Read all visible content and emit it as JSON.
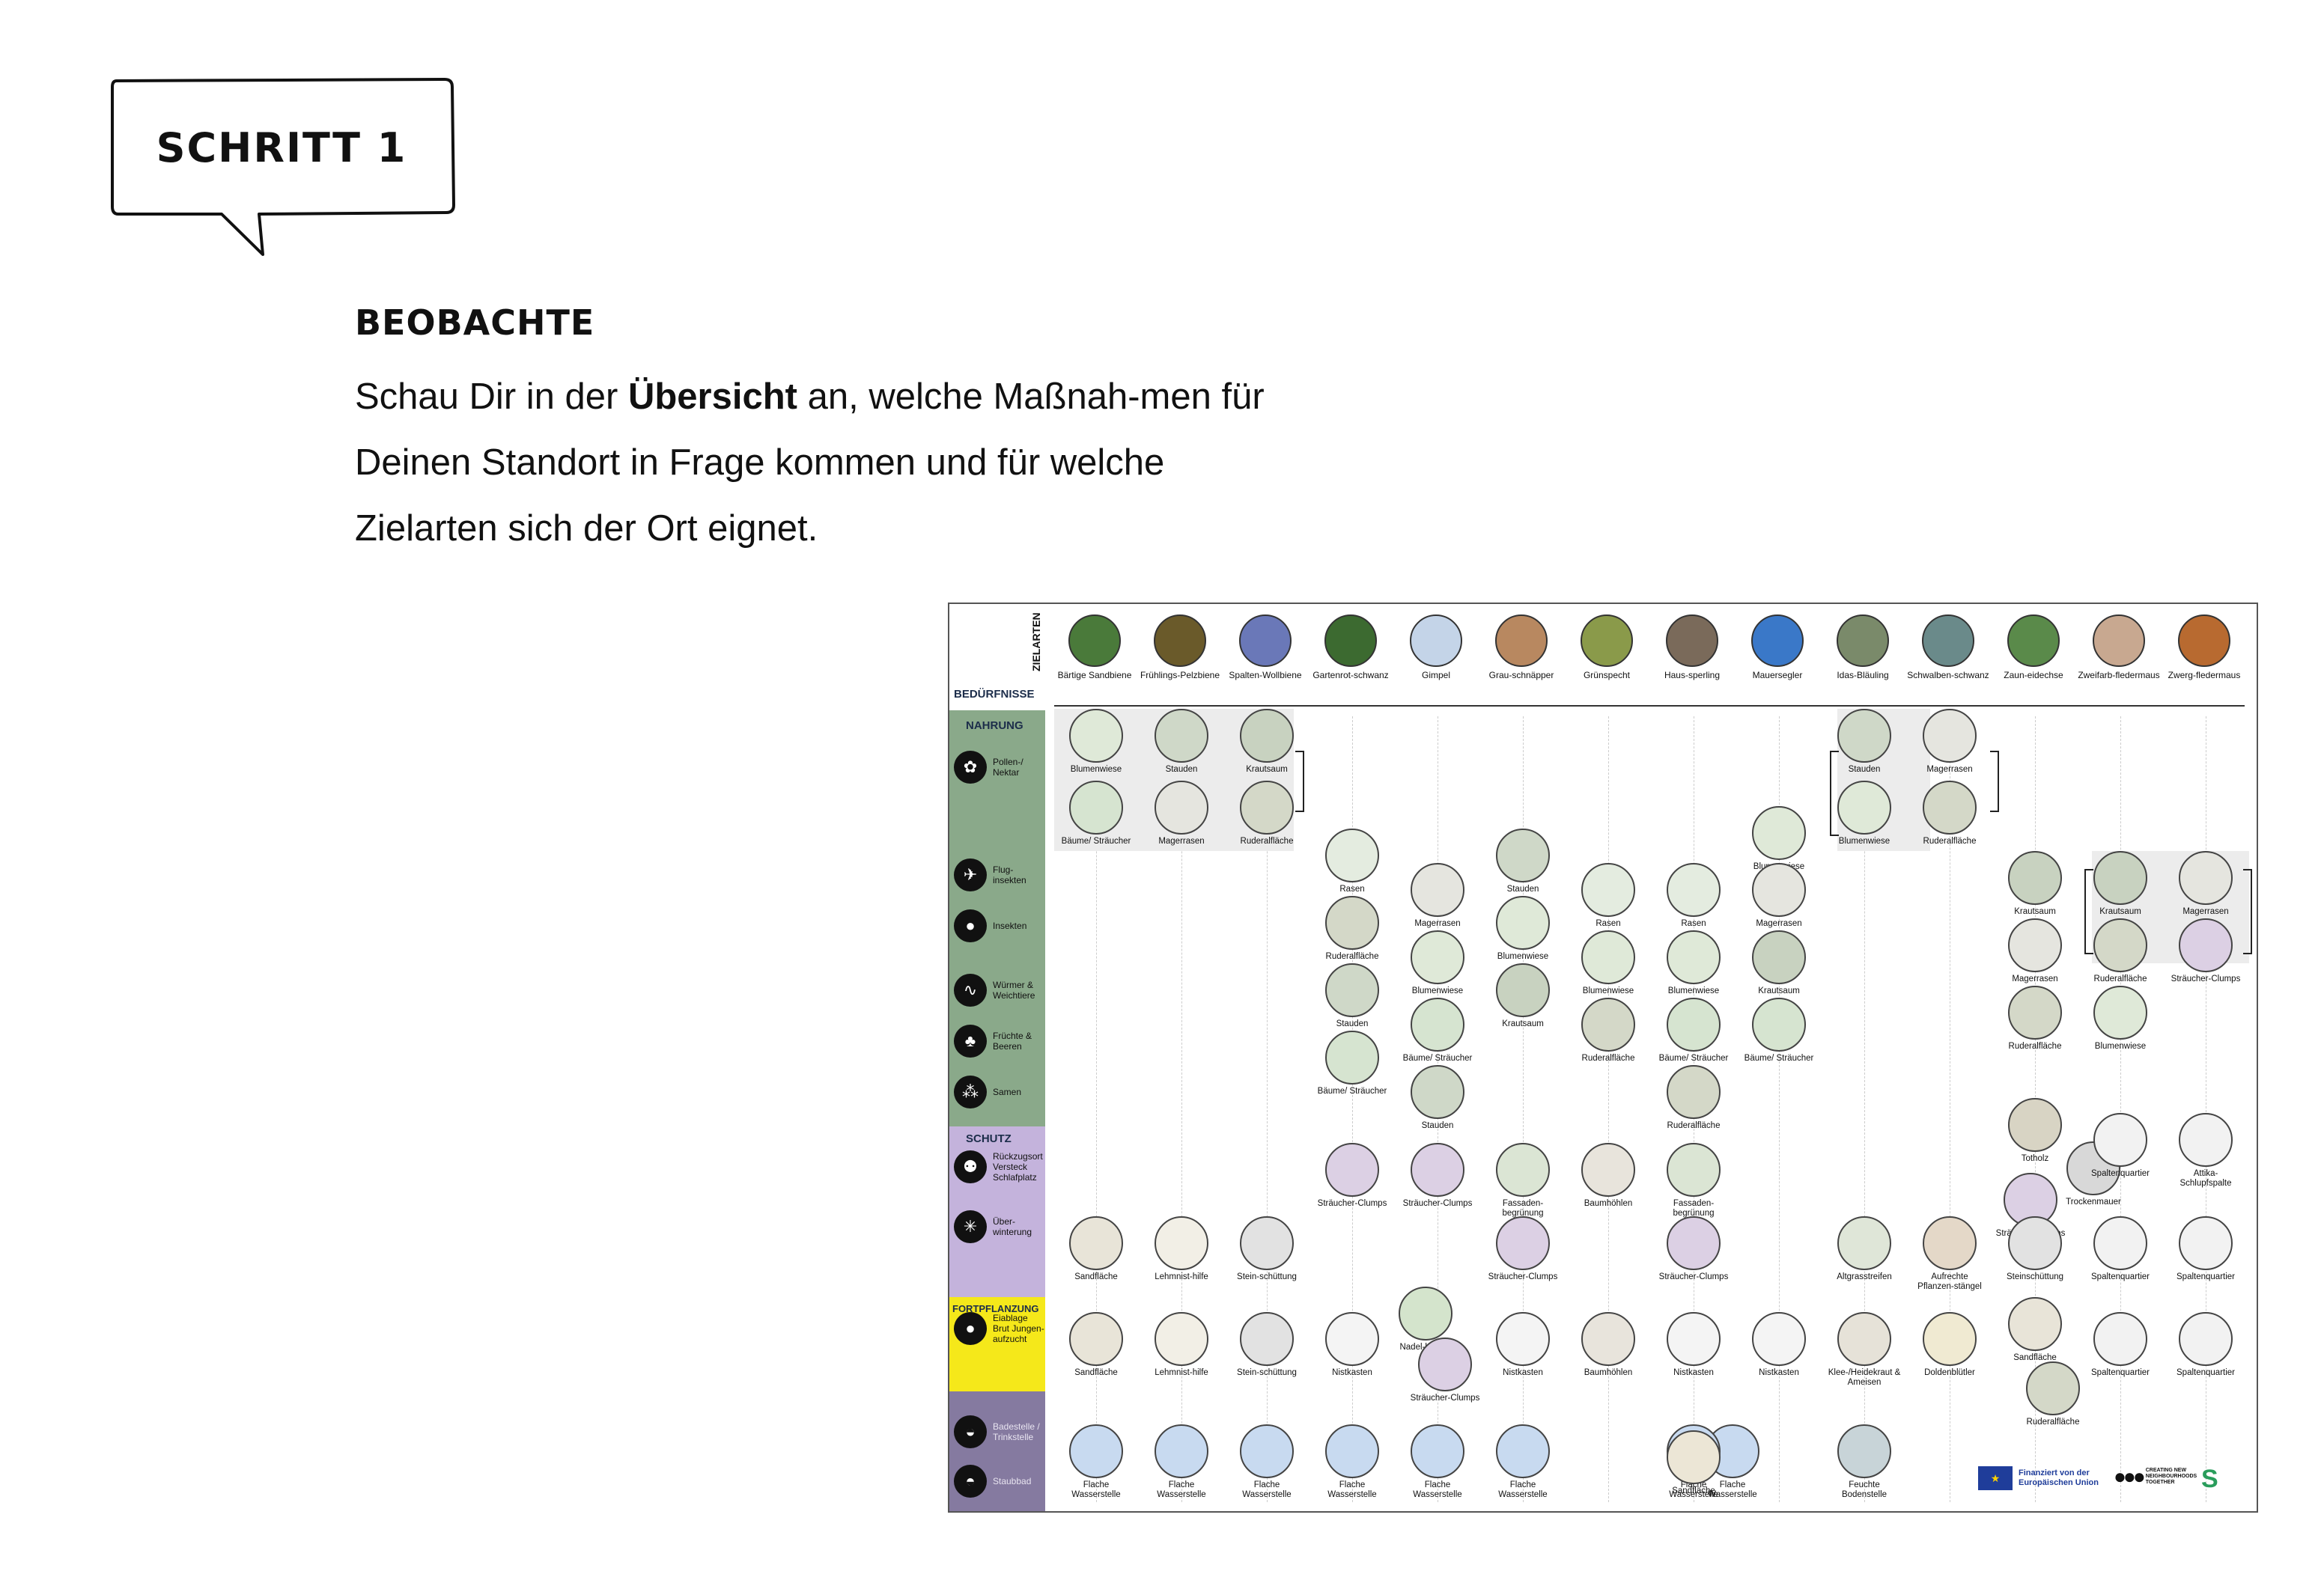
{
  "step": {
    "label": "SCHRITT 1"
  },
  "section": {
    "title": "BEOBACHTE",
    "text_before": "Schau Dir in der ",
    "text_bold": "Übersicht",
    "text_after": " an, welche Maßnah-men für Deinen Standort in Frage kommen und für welche Zielarten sich der Ort eignet."
  },
  "overview": {
    "axis_label_top": "ZIELARTEN",
    "axis_label_left": "BEDÜRFNISSE",
    "colors": {
      "nahrung": "#8aa98a",
      "schutz": "#c4b3dc",
      "fortpflanzung": "#f5e81a",
      "wasser": "#857aa0"
    },
    "species": [
      {
        "name": "Bärtige Sandbiene",
        "color": "#4a7a3a"
      },
      {
        "name": "Frühlings-Pelzbiene",
        "color": "#6a5a2a"
      },
      {
        "name": "Spalten-Wollbiene",
        "color": "#6a78b8"
      },
      {
        "name": "Gartenrot-schwanz",
        "color": "#3c6a30"
      },
      {
        "name": "Gimpel",
        "color": "#c4d4e8"
      },
      {
        "name": "Grau-schnäpper",
        "color": "#b88860"
      },
      {
        "name": "Grünspecht",
        "color": "#8a9a4a"
      },
      {
        "name": "Haus-sperling",
        "color": "#7a6a5a"
      },
      {
        "name": "Mauersegler",
        "color": "#3a78c8"
      },
      {
        "name": "Idas-Bläuling",
        "color": "#7a8a6a"
      },
      {
        "name": "Schwalben-schwanz",
        "color": "#6a8a8a"
      },
      {
        "name": "Zaun-eidechse",
        "color": "#5a8a4a"
      },
      {
        "name": "Zweifarb-fledermaus",
        "color": "#c8a890"
      },
      {
        "name": "Zwerg-fledermaus",
        "color": "#b86a30"
      }
    ],
    "bands": {
      "nahrung": "NAHRUNG",
      "schutz": "SCHUTZ",
      "fortpflanzung": "FORTPFLANZUNG"
    },
    "needs": [
      {
        "label": "Pollen-/ Nektar",
        "icon": "✿",
        "band": "nahrung"
      },
      {
        "label": "Flug-insekten",
        "icon": "✈",
        "band": "nahrung"
      },
      {
        "label": "Insekten",
        "icon": "●",
        "band": "nahrung"
      },
      {
        "label": "Würmer & Weichtiere",
        "icon": "∿",
        "band": "nahrung"
      },
      {
        "label": "Früchte & Beeren",
        "icon": "♣",
        "band": "nahrung"
      },
      {
        "label": "Samen",
        "icon": "⁂",
        "band": "nahrung"
      },
      {
        "label": "Rückzugsort Versteck Schlafplatz",
        "icon": "⚉",
        "band": "schutz"
      },
      {
        "label": "Über-winterung",
        "icon": "✳",
        "band": "schutz"
      },
      {
        "label": "Eiablage Brut Jungen-aufzucht",
        "icon": "●",
        "band": "fortpflanzung"
      },
      {
        "label": "Badestelle / Trinkstelle",
        "icon": "◒",
        "band": "wasser"
      },
      {
        "label": "Staubbad",
        "icon": "◓",
        "band": "wasser"
      }
    ],
    "measures": [
      {
        "label": "Blumenwiese",
        "color": "#dfe9d8"
      },
      {
        "label": "Stauden",
        "color": "#cfd8c8"
      },
      {
        "label": "Krautsaum",
        "color": "#c8d2c0"
      },
      {
        "label": "Bäume/ Sträucher",
        "color": "#d6e4d0"
      },
      {
        "label": "Magerrasen",
        "color": "#e5e5df"
      },
      {
        "label": "Ruderalfläche",
        "color": "#d4d8c8"
      },
      {
        "label": "Rasen",
        "color": "#e4ece0"
      },
      {
        "label": "Ruderalfläche",
        "color": "#d4d8c8"
      },
      {
        "label": "Stauden",
        "color": "#cfd8c8"
      },
      {
        "label": "Bäume/ Sträucher",
        "color": "#d6e4d0"
      },
      {
        "label": "Magerrasen",
        "color": "#e5e5df"
      },
      {
        "label": "Blumenwiese",
        "color": "#dfe9d8"
      },
      {
        "label": "Bäume/ Sträucher",
        "color": "#d6e4d0"
      },
      {
        "label": "Stauden",
        "color": "#cfd8c8"
      },
      {
        "label": "Stauden",
        "color": "#cfd8c8"
      },
      {
        "label": "Blumenwiese",
        "color": "#dfe9d8"
      },
      {
        "label": "Krautsaum",
        "color": "#c8d2c0"
      },
      {
        "label": "Rasen",
        "color": "#e4ece0"
      },
      {
        "label": "Blumenwiese",
        "color": "#dfe9d8"
      },
      {
        "label": "Ruderalfläche",
        "color": "#d4d8c8"
      },
      {
        "label": "Rasen",
        "color": "#e4ece0"
      },
      {
        "label": "Blumenwiese",
        "color": "#dfe9d8"
      },
      {
        "label": "Bäume/ Sträucher",
        "color": "#d6e4d0"
      },
      {
        "label": "Ruderalfläche",
        "color": "#d4d8c8"
      },
      {
        "label": "Blumenwiese",
        "color": "#dfe9d8"
      },
      {
        "label": "Magerrasen",
        "color": "#e5e5df"
      },
      {
        "label": "Krautsaum",
        "color": "#c8d2c0"
      },
      {
        "label": "Bäume/ Sträucher",
        "color": "#d6e4d0"
      },
      {
        "label": "Stauden",
        "color": "#cfd8c8"
      },
      {
        "label": "Blumenwiese",
        "color": "#dfe9d8"
      },
      {
        "label": "Magerrasen",
        "color": "#e5e5df"
      },
      {
        "label": "Ruderalfläche",
        "color": "#d4d8c8"
      },
      {
        "label": "Krautsaum",
        "color": "#c8d2c0"
      },
      {
        "label": "Magerrasen",
        "color": "#e5e5df"
      },
      {
        "label": "Ruderalfläche",
        "color": "#d4d8c8"
      },
      {
        "label": "Krautsaum",
        "color": "#c8d2c0"
      },
      {
        "label": "Ruderalfläche",
        "color": "#d4d8c8"
      },
      {
        "label": "Blumenwiese",
        "color": "#dfe9d8"
      },
      {
        "label": "Magerrasen",
        "color": "#e5e5df"
      },
      {
        "label": "Sträucher-Clumps",
        "color": "#dcd0e4"
      },
      {
        "label": "Sträucher-Clumps",
        "color": "#dcd0e4"
      },
      {
        "label": "Sträucher-Clumps",
        "color": "#dcd0e4"
      },
      {
        "label": "Fassaden-begrünung",
        "color": "#dbe5d4"
      },
      {
        "label": "Baumhöhlen",
        "color": "#e8e4dc"
      },
      {
        "label": "Fassaden-begrünung",
        "color": "#dbe5d4"
      },
      {
        "label": "Totholz",
        "color": "#d8d4c4"
      },
      {
        "label": "Trockenmauer",
        "color": "#d8d8d8"
      },
      {
        "label": "Sträucher-Clumps",
        "color": "#dcd0e4"
      },
      {
        "label": "Spaltenquartier",
        "color": "#f2f2f2"
      },
      {
        "label": "Attika-Schlupfspalte",
        "color": "#f2f2f2"
      },
      {
        "label": "Sandfläche",
        "color": "#e8e4d8"
      },
      {
        "label": "Lehmnist-hilfe",
        "color": "#f2efe6"
      },
      {
        "label": "Stein-schüttung",
        "color": "#e2e2e2"
      },
      {
        "label": "Sträucher-Clumps",
        "color": "#dcd0e4"
      },
      {
        "label": "Sträucher-Clumps",
        "color": "#dcd0e4"
      },
      {
        "label": "Altgrasstreifen",
        "color": "#dfe6d8"
      },
      {
        "label": "Aufrechte Pflanzen-stängel",
        "color": "#e4d8c8"
      },
      {
        "label": "Steinschüttung",
        "color": "#e2e2e2"
      },
      {
        "label": "Spaltenquartier",
        "color": "#f2f2f2"
      },
      {
        "label": "Spaltenquartier",
        "color": "#f2f2f2"
      },
      {
        "label": "Sandfläche",
        "color": "#e8e4d8"
      },
      {
        "label": "Lehmnist-hilfe",
        "color": "#f2efe6"
      },
      {
        "label": "Stein-schüttung",
        "color": "#e2e2e2"
      },
      {
        "label": "Nistkasten",
        "color": "#f4f4f4"
      },
      {
        "label": "Nadel-bäume",
        "color": "#d4e4cc"
      },
      {
        "label": "Sträucher-Clumps",
        "color": "#dcd0e4"
      },
      {
        "label": "Nistkasten",
        "color": "#f4f4f4"
      },
      {
        "label": "Baumhöhlen",
        "color": "#e8e4dc"
      },
      {
        "label": "Nistkasten",
        "color": "#f4f4f4"
      },
      {
        "label": "Nistkasten",
        "color": "#f4f4f4"
      },
      {
        "label": "Klee-/Heidekraut & Ameisen",
        "color": "#e6e2d8"
      },
      {
        "label": "Doldenblütler",
        "color": "#f0ead2"
      },
      {
        "label": "Sandfläche",
        "color": "#e8e4d8"
      },
      {
        "label": "Ruderalfläche",
        "color": "#d4d8c8"
      },
      {
        "label": "Spaltenquartier",
        "color": "#f2f2f2"
      },
      {
        "label": "Spaltenquartier",
        "color": "#f2f2f2"
      },
      {
        "label": "Flache Wasserstelle",
        "color": "#c8daf0"
      },
      {
        "label": "Flache Wasserstelle",
        "color": "#c8daf0"
      },
      {
        "label": "Flache Wasserstelle",
        "color": "#c8daf0"
      },
      {
        "label": "Flache Wasserstelle",
        "color": "#c8daf0"
      },
      {
        "label": "Flache Wasserstelle",
        "color": "#c8daf0"
      },
      {
        "label": "Flache Wasserstelle",
        "color": "#c8daf0"
      },
      {
        "label": "Flache Wasserstelle",
        "color": "#c8daf0"
      },
      {
        "label": "Flache Wasserstelle",
        "color": "#c8daf0"
      },
      {
        "label": "Sandfläche",
        "color": "#ece6d6"
      },
      {
        "label": "Feuchte Bodenstelle",
        "color": "#c8d4d8"
      }
    ],
    "funding": {
      "text": "Finanziert von der Europäischen Union",
      "flag_glyph": "★"
    },
    "partner": {
      "mark": "●●●",
      "text": "CREATING NEW NEIGHBOURHOODS TOGETHER",
      "glyph": "S"
    }
  }
}
